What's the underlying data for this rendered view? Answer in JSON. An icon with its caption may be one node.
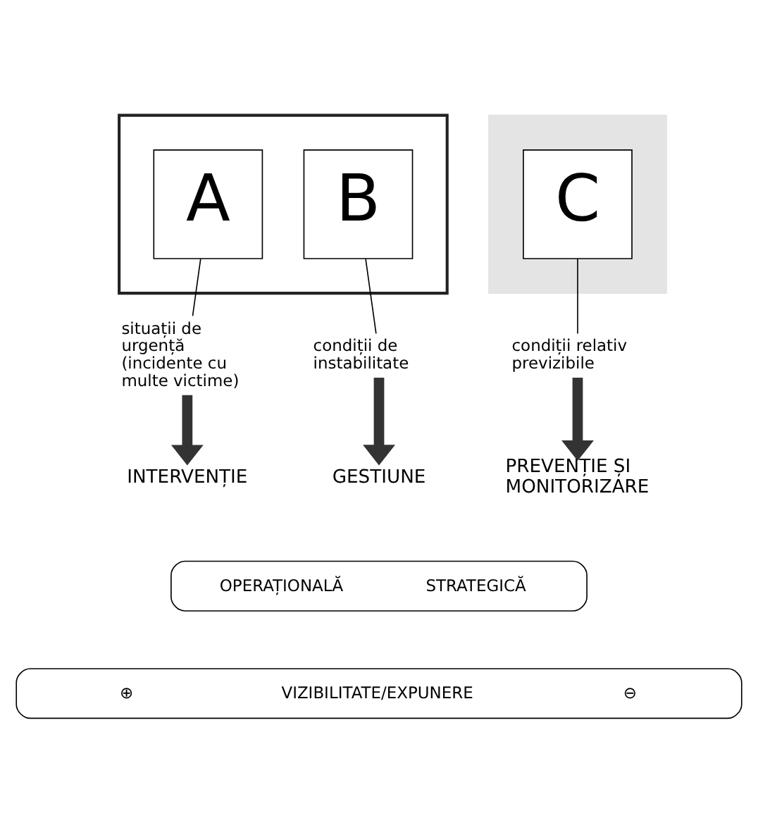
{
  "diagram": {
    "nodes": [
      {
        "text": [],
        "shape": "box"
      },
      {
        "text": [
          "A"
        ],
        "in": 0
      },
      {
        "text": [
          "B"
        ],
        "in": 0
      },
      {
        "text": [],
        "shape": "box"
      },
      {
        "text": [
          "C"
        ],
        "in": 3
      },
      {
        "text": [
          "situații de urgență (incidente cu multe victime)"
        ]
      },
      {
        "text": [
          "condiții de instabilitate"
        ]
      },
      {
        "text": [
          "condiții relativ previzibile"
        ]
      },
      {
        "text": [
          "INTERVENȚIE"
        ]
      },
      {
        "text": [
          "GESTIUNE"
        ]
      },
      {
        "text": [
          "PREVENȚIE ȘI MONITORIZARE"
        ]
      },
      {
        "text": [
          "OPERAȚIONALĂ",
          "STRATEGICĂ"
        ]
      },
      {
        "text": [
          "⊕",
          "VIZIBILITATE/EXPUNERE",
          "⊖"
        ]
      }
    ],
    "edges": [
      {
        "from": 1,
        "to": 5,
        "arrow": "none"
      },
      {
        "from": 2,
        "to": 6,
        "arrow": "none"
      },
      {
        "from": 4,
        "to": 7,
        "arrow": "none"
      },
      {
        "from": 5,
        "to": 8,
        "arrow": "to",
        "style": "thick"
      },
      {
        "from": 6,
        "to": 9,
        "arrow": "to",
        "style": "thick"
      },
      {
        "from": 7,
        "to": 10,
        "arrow": "to",
        "style": "thick"
      }
    ]
  }
}
